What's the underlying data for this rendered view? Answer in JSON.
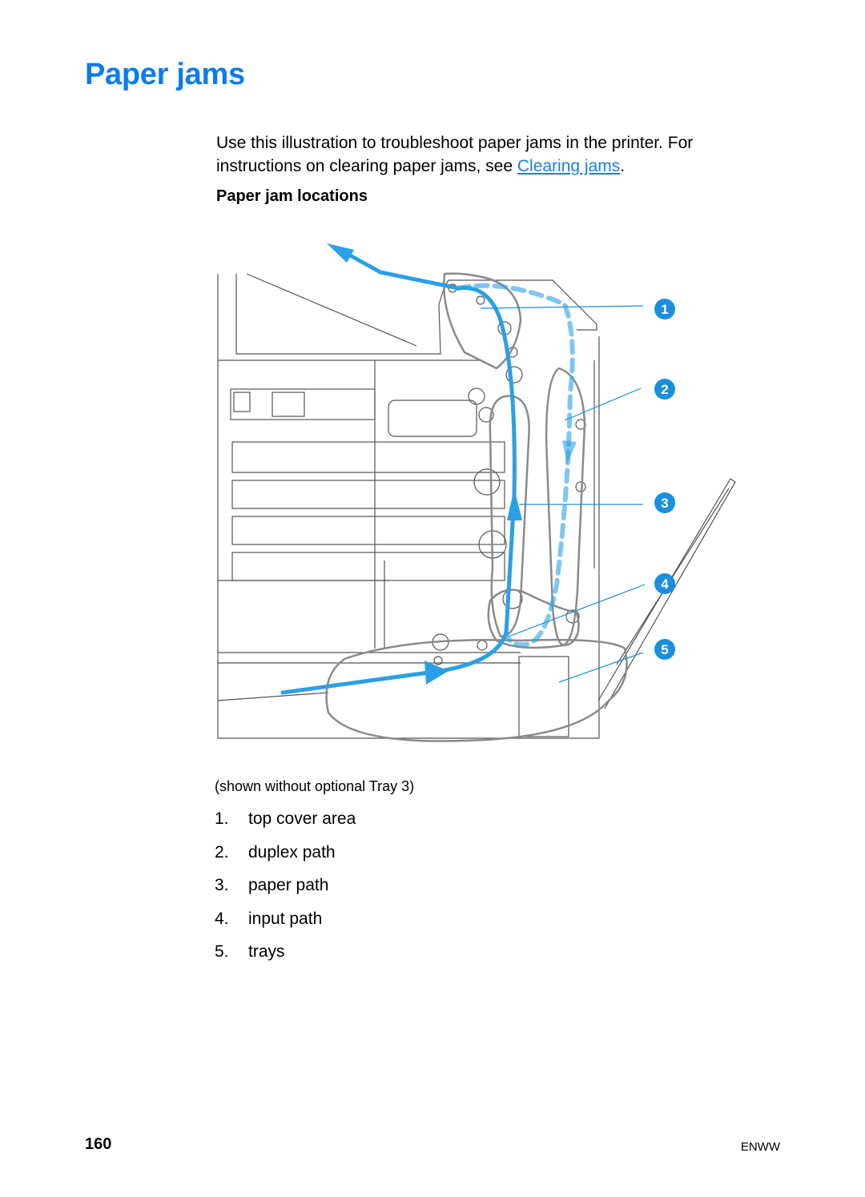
{
  "title": "Paper jams",
  "intro": {
    "text_before_link": "Use this illustration to troubleshoot paper jams in the printer. For instructions on clearing paper jams, see ",
    "link": "Clearing jams",
    "text_after_link": "."
  },
  "subheading": "Paper jam locations",
  "figure": {
    "callouts": [
      "1",
      "2",
      "3",
      "4",
      "5"
    ],
    "colors": {
      "callout": "#1a8fe0",
      "path": "#2aa0e6",
      "outline": "#7a7a7a"
    }
  },
  "caption": "(shown without optional Tray 3)",
  "locations": [
    {
      "num": "1.",
      "label": "top cover area"
    },
    {
      "num": "2.",
      "label": "duplex path"
    },
    {
      "num": "3.",
      "label": "paper path"
    },
    {
      "num": "4.",
      "label": "input path"
    },
    {
      "num": "5.",
      "label": "trays"
    }
  ],
  "page_number": "160",
  "footer": "ENWW"
}
